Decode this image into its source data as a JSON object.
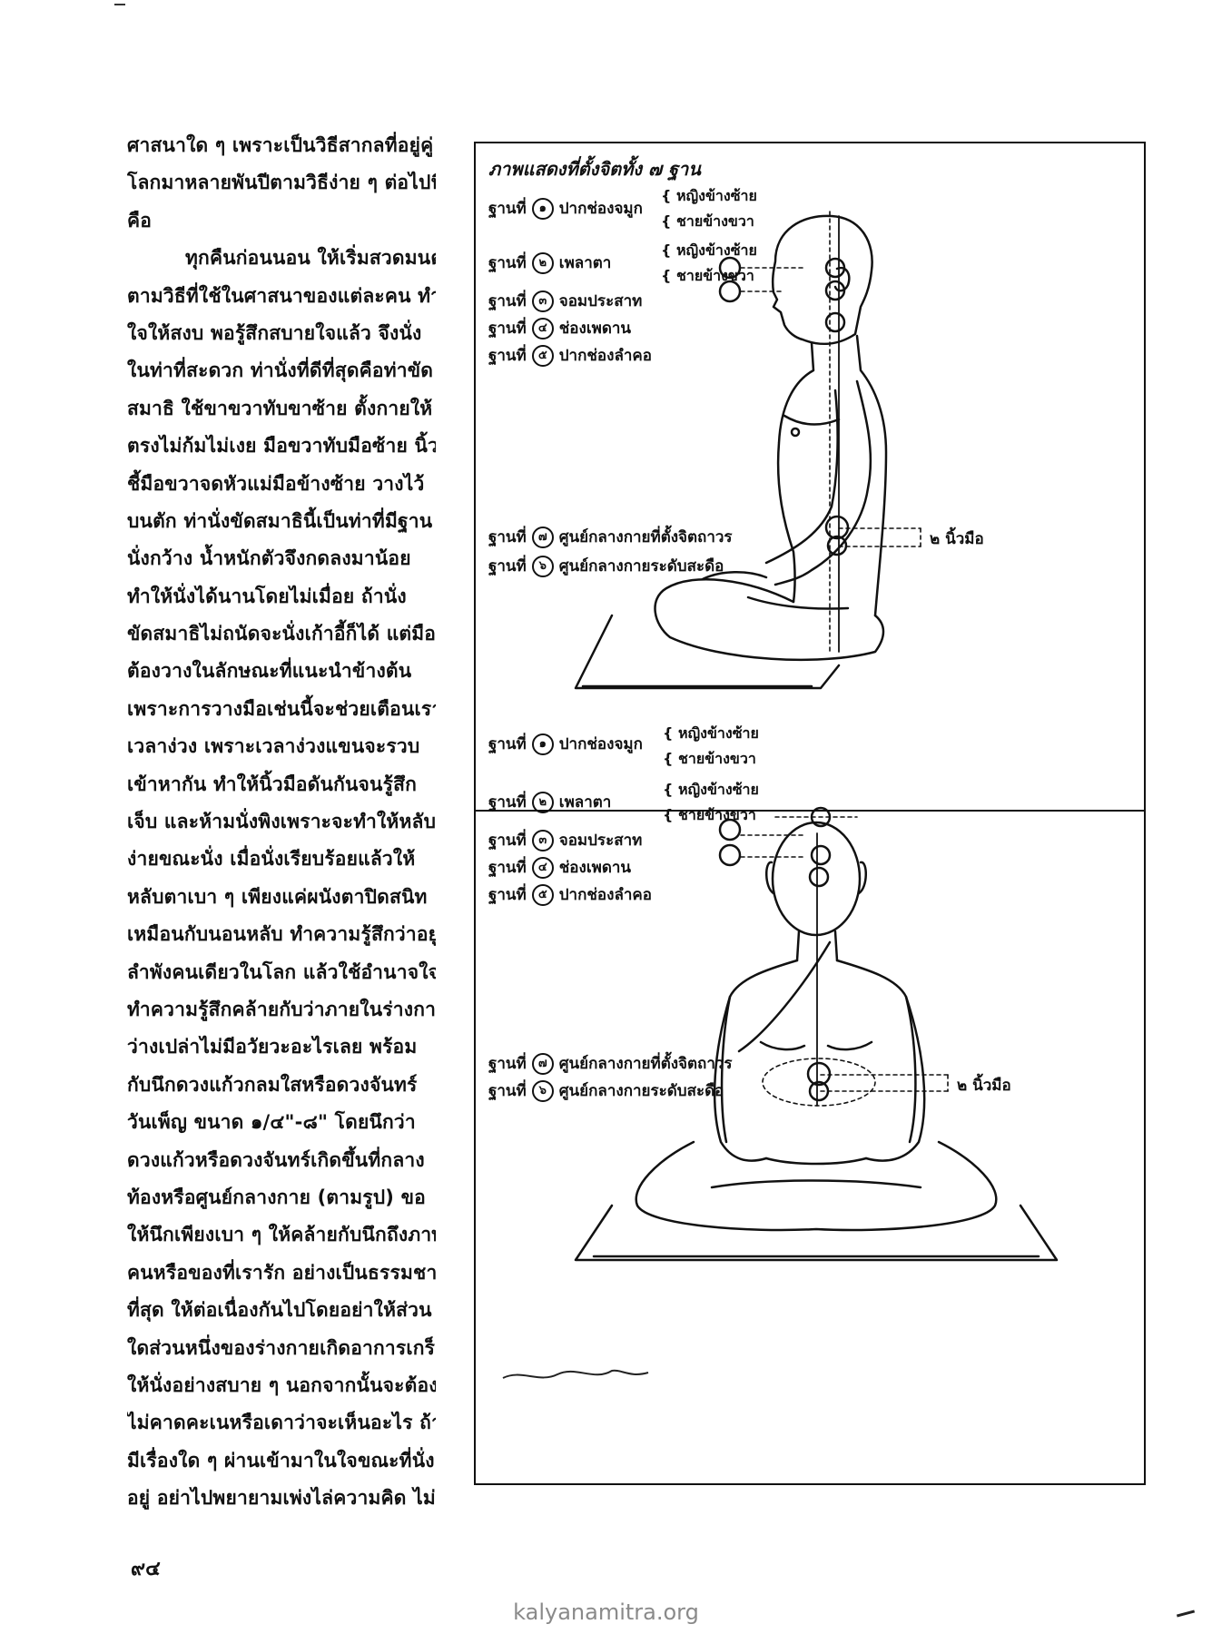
{
  "body_text": [
    "ศาสนาใด ๆ เพราะเป็นวิธีสากลที่อยู่คู่",
    "โลกมาหลายพันปีตามวิธีง่าย ๆ ต่อไปนี้",
    "คือ",
    "ทุกคืนก่อนนอน ให้เริ่มสวดมนต์",
    "ตามวิธีที่ใช้ในศาสนาของแต่ละคน ทำ",
    "ใจให้สงบ พอรู้สึกสบายใจแล้ว จึงนั่ง",
    "ในท่าที่สะดวก ท่านั่งที่ดีที่สุดคือท่าขัด",
    "สมาธิ ใช้ขาขวาทับขาซ้าย ตั้งกายให้",
    "ตรงไม่ก้มไม่เงย มือขวาทับมือซ้าย นิ้ว",
    "ชี้มือขวาจดหัวแม่มือข้างซ้าย วางไว้",
    "บนตัก ท่านั่งขัดสมาธินี้เป็นท่าที่มีฐาน",
    "นั่งกว้าง น้ำหนักตัวจึงกดลงมาน้อย",
    "ทำให้นั่งได้นานโดยไม่เมื่อย ถ้านั่ง",
    "ขัดสมาธิไม่ถนัดจะนั่งเก้าอี้ก็ได้ แต่มือ",
    "ต้องวางในลักษณะที่แนะนำข้างต้น",
    "เพราะการวางมือเช่นนี้จะช่วยเตือนเรา",
    "เวลาง่วง เพราะเวลาง่วงแขนจะรวบ",
    "เข้าหากัน ทำให้นิ้วมือดันกันจนรู้สึก",
    "เจ็บ และห้ามนั่งพิงเพราะจะทำให้หลับ",
    "ง่ายขณะนั่ง เมื่อนั่งเรียบร้อยแล้วให้",
    "หลับตาเบา ๆ เพียงแค่ผนังตาปิดสนิท",
    "เหมือนกับนอนหลับ ทำความรู้สึกว่าอยู่",
    "ลำพังคนเดียวในโลก แล้วใช้อำนาจใจ",
    "ทำความรู้สึกคล้ายกับว่าภายในร่างกาย",
    "ว่างเปล่าไม่มีอวัยวะอะไรเลย พร้อม",
    "กับนึกดวงแก้วกลมใสหรือดวงจันทร์",
    "วันเพ็ญ ขนาด ๑/๔\"-๘\" โดยนึกว่า",
    "ดวงแก้วหรือดวงจันทร์เกิดขึ้นที่กลาง",
    "ท้องหรือศูนย์กลางกาย (ตามรูป) ขอ",
    "ให้นึกเพียงเบา ๆ ให้คล้ายกับนึกถึงภาพ",
    "คนหรือของที่เรารัก อย่างเป็นธรรมชาติ",
    "ที่สุด ให้ต่อเนื่องกันไปโดยอย่าให้ส่วน",
    "ใดส่วนหนึ่งของร่างกายเกิดอาการเกร็ง",
    "ให้นั่งอย่างสบาย ๆ นอกจากนั้นจะต้อง",
    "ไม่คาดคะเนหรือเดาว่าจะเห็นอะไร ถ้า",
    "มีเรื่องใด ๆ ผ่านเข้ามาในใจขณะที่นั่ง",
    "อยู่ อย่าไปพยายามเพ่งไล่ความคิด ไม่"
  ],
  "figure": {
    "title": "ภาพแสดงที่ตั้งจิตทั้ง ๗ ฐาน",
    "stations": [
      {
        "prefix": "ฐานที่",
        "num": "๑",
        "name": "ปากช่องจมูก"
      },
      {
        "prefix": "ฐานที่",
        "num": "๒",
        "name": "เพลาตา"
      },
      {
        "prefix": "ฐานที่",
        "num": "๓",
        "name": "จอมประสาท"
      },
      {
        "prefix": "ฐานที่",
        "num": "๔",
        "name": "ช่องเพดาน"
      },
      {
        "prefix": "ฐานที่",
        "num": "๕",
        "name": "ปากช่องลำคอ"
      },
      {
        "prefix": "ฐานที่",
        "num": "๗",
        "name": "ศูนย์กลางกายที่ตั้งจิตถาวร"
      },
      {
        "prefix": "ฐานที่",
        "num": "๖",
        "name": "ศูนย์กลางกายระดับสะดือ"
      }
    ],
    "note_women": "หญิงข้างซ้าย",
    "note_men": "ชายข้างขวา",
    "measure": "๒ นิ้วมือ",
    "marker_numbers": [
      "๑",
      "๒",
      "๓",
      "๔",
      "๕",
      "๖",
      "๗"
    ]
  },
  "page_number": "๙๔",
  "watermark": "kalyanamitra.org"
}
